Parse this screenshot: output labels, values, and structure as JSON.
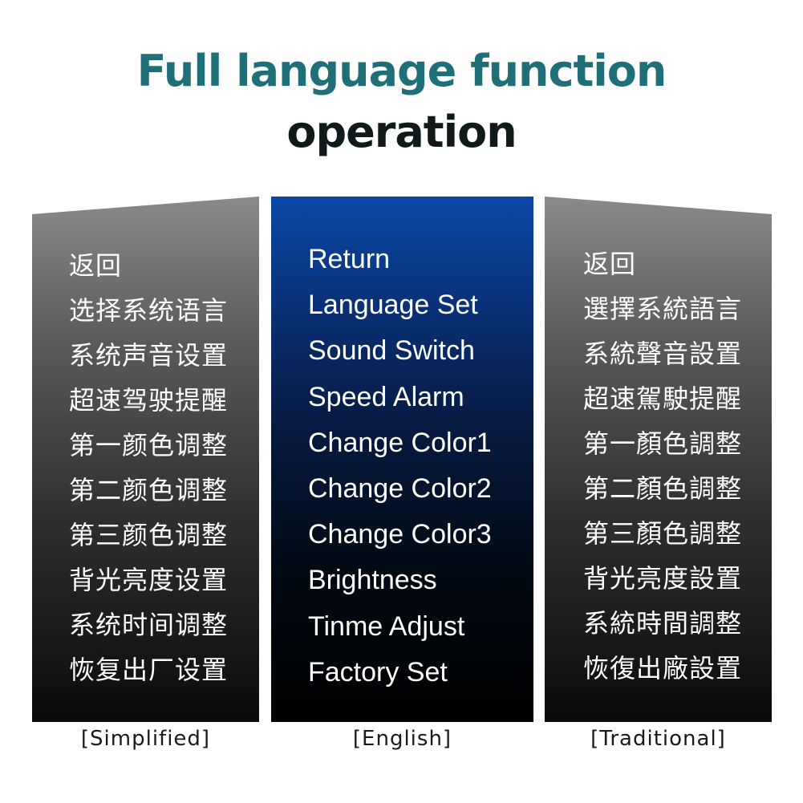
{
  "title": {
    "line1": "Full language function",
    "line2": "operation"
  },
  "colors": {
    "title_line1": "#1f6f78",
    "title_line2": "#101a1a",
    "center_panel_top": "#0a48a8",
    "side_panel_top": "#8a8a8a",
    "panel_bottom": "#000000"
  },
  "panels": {
    "simplified": {
      "caption": "[Simplified]",
      "items": [
        "返回",
        "选择系统语言",
        "系统声音设置",
        "超速驾驶提醒",
        "第一颜色调整",
        "第二颜色调整",
        "第三颜色调整",
        "背光亮度设置",
        "系统时间调整",
        "恢复出厂设置"
      ]
    },
    "english": {
      "caption": "[English]",
      "items": [
        "Return",
        "Language Set",
        "Sound Switch",
        "Speed Alarm",
        "Change Color1",
        "Change Color2",
        "Change Color3",
        "Brightness",
        "Tinme Adjust",
        "Factory Set"
      ]
    },
    "traditional": {
      "caption": "[Traditional]",
      "items": [
        "返回",
        "選擇系統語言",
        "系統聲音設置",
        "超速駕駛提醒",
        "第一顏色調整",
        "第二顏色調整",
        "第三顏色調整",
        "背光亮度設置",
        "系統時間調整",
        "恢復出廠設置"
      ]
    }
  }
}
